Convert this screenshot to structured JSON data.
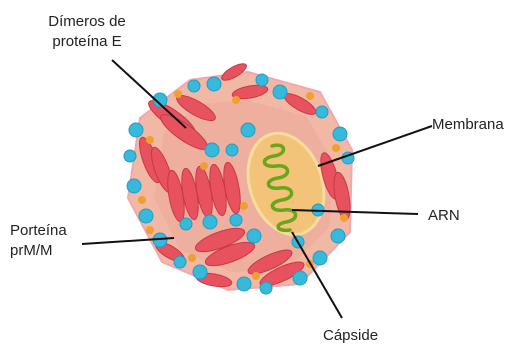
{
  "labels": {
    "dimeros_line1": "Dímeros de",
    "dimeros_line2": "proteína E",
    "membrana": "Membrana",
    "arn": "ARN",
    "porteina_line1": "Porteína",
    "porteina_line2": "prM/M",
    "capside": "Cápside"
  },
  "colors": {
    "envelope": "#f2b8a6",
    "protein_e": "#e8525f",
    "prm_protein": "#37b9dc",
    "accent_orange": "#f0a030",
    "capsid": "#f4c37a",
    "rna": "#6aa51a",
    "leader_line": "#111111"
  }
}
